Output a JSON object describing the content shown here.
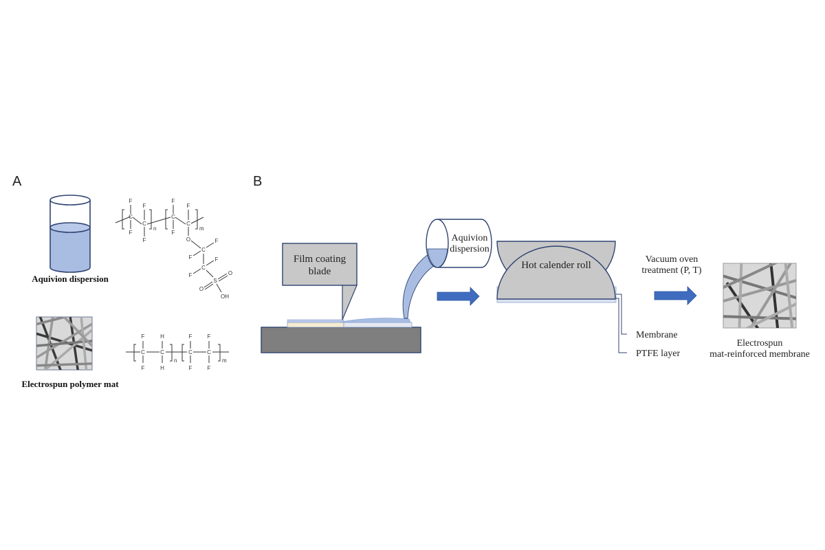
{
  "panels": {
    "a": {
      "label": "A",
      "beaker_caption": "Aquivion dispersion",
      "mat_caption": "Electrospun polymer mat",
      "aquivion_structure": {
        "atoms": {
          "F": "F",
          "C": "C",
          "O": "O",
          "S": "S",
          "OH": "OH"
        },
        "subscripts": {
          "n": "n",
          "m": "m"
        }
      },
      "mat_structure": {
        "atoms": {
          "F": "F",
          "C": "C",
          "H": "H"
        },
        "subscripts": {
          "n": "n",
          "m": "m"
        }
      }
    },
    "b": {
      "label": "B",
      "blade_label_line1": "Film coating",
      "blade_label_line2": "blade",
      "pour_label_line1": "Aquivion",
      "pour_label_line2": "dispersion",
      "roll_label": "Hot calender roll",
      "membrane_label": "Membrane",
      "ptfe_label": "PTFE layer",
      "oven_label_line1": "Vacuum oven",
      "oven_label_line2": "treatment (P, T)",
      "final_label_line1": "Electrospun",
      "final_label_line2": "mat-reinforced membrane"
    }
  },
  "colors": {
    "liquid": "#a9bde3",
    "liquid_dark": "#8ea6d6",
    "outline": "#2f4370",
    "arrow": "#3f6cbf",
    "gray_fill": "#c8c8c8",
    "dark_gray": "#7f7f7f",
    "film_yellow": "#f5ecd0",
    "mat_bg": "#d9d9d9"
  }
}
